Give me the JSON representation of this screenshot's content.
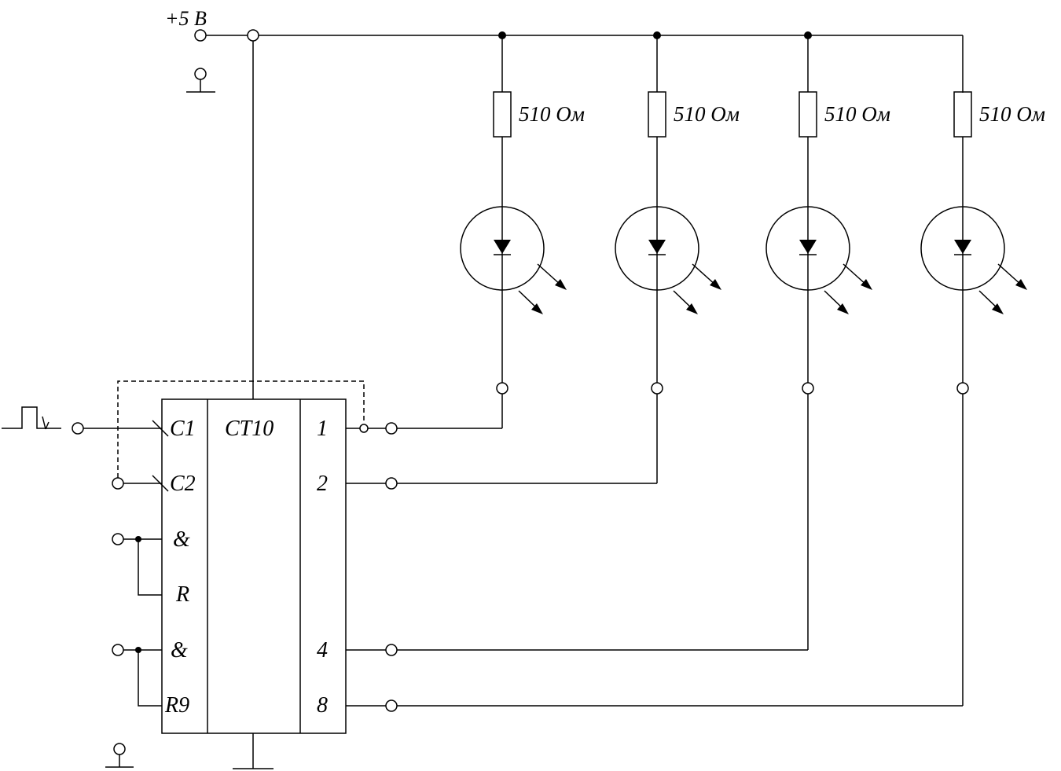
{
  "supply": {
    "label": "+5 В"
  },
  "chip": {
    "title": "CT10",
    "left_pins": [
      "C1",
      "C2",
      "&",
      "R",
      "&",
      "R9"
    ],
    "right_pins": [
      "1",
      "2",
      "4",
      "8"
    ]
  },
  "resistors": [
    {
      "label": "510 Ом"
    },
    {
      "label": "510 Ом"
    },
    {
      "label": "510 Ом"
    },
    {
      "label": "510 Ом"
    }
  ],
  "leds": [
    {
      "name": "led-1"
    },
    {
      "name": "led-2"
    },
    {
      "name": "led-3"
    },
    {
      "name": "led-4"
    }
  ]
}
